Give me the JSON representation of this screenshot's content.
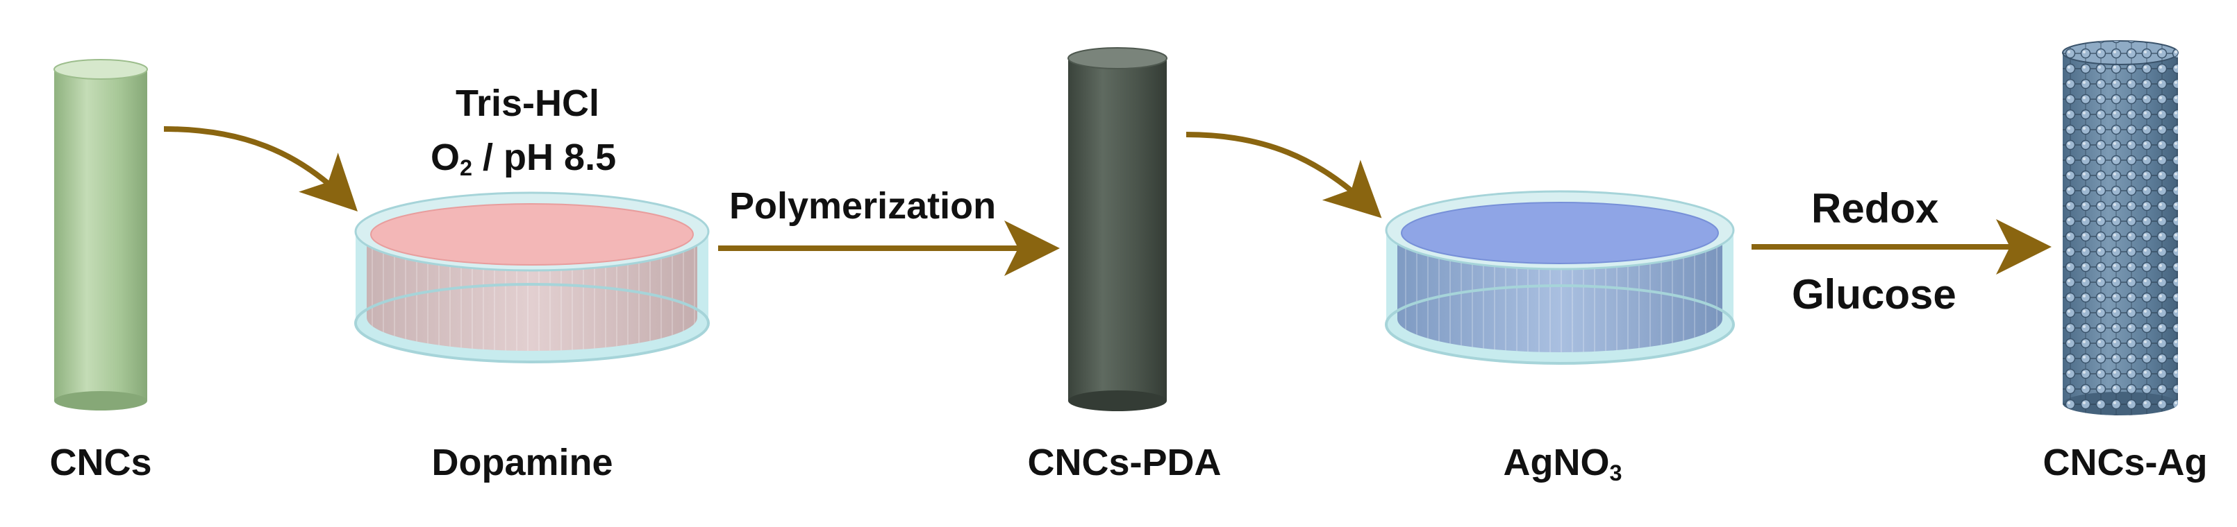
{
  "labels": {
    "cncs": "CNCs",
    "dopamine": "Dopamine",
    "cncs_pda": "CNCs-PDA",
    "agno3_main": "AgNO",
    "agno3_sub": "3",
    "cncs_ag": "CNCs-Ag"
  },
  "conditions": {
    "tris": "Tris-HCl",
    "o2_main": "O",
    "o2_sub": "2",
    "ph": "/ pH 8.5",
    "polymerization": "Polymerization",
    "redox": "Redox",
    "glucose": "Glucose"
  },
  "colors": {
    "arrow": "#8a6510",
    "rod_green": "#a9c99a",
    "rod_dark": "#4c564d",
    "rod_ag": "#5e7f9c",
    "dish_glass": "#c7ebee",
    "dopamine_solution": "#f3b7b7",
    "agno3_solution": "#8fa5e6"
  }
}
